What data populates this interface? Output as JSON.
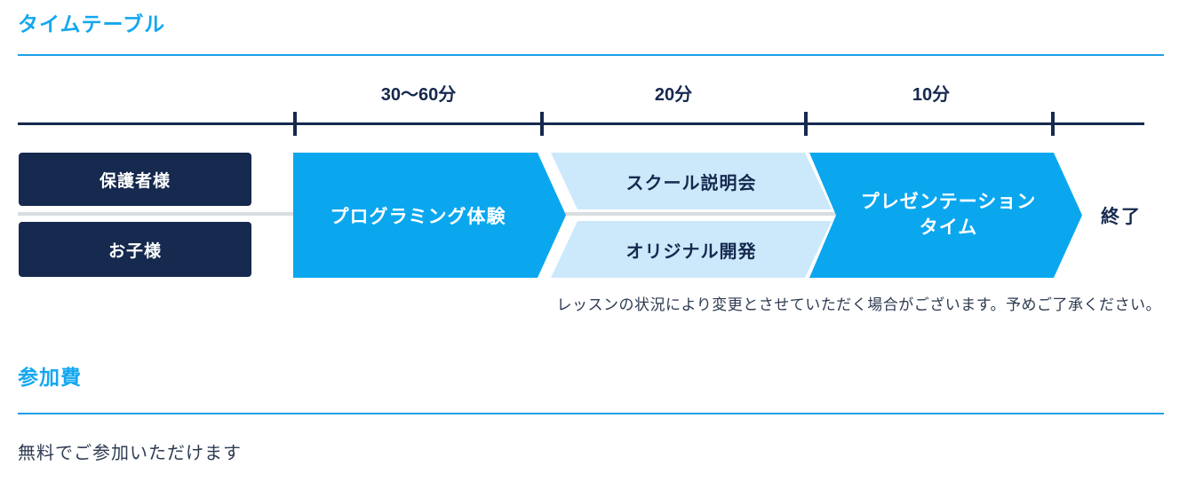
{
  "colors": {
    "accent": "#14a7f0",
    "divider": "#1d9ee8",
    "navy": "#16294e",
    "arrow-blue": "#0aa7ef",
    "light-blue": "#cce9fb",
    "gray-line": "#d9dde2",
    "note-text": "#2e3b52"
  },
  "timetable": {
    "title": "タイムテーブル",
    "durations": [
      "30〜60分",
      "20分",
      "10分"
    ],
    "rows": [
      {
        "label": "保護者様"
      },
      {
        "label": "お子様"
      }
    ],
    "stages": {
      "programming": "プログラミング体験",
      "school_info": "スクール説明会",
      "original_dev": "オリジナル開発",
      "presentation_line1": "プレゼンテーション",
      "presentation_line2": "タイム",
      "end": "終了"
    },
    "note": "レッスンの状況により変更とさせていただく場合がございます。予めご了承ください。"
  },
  "fee": {
    "title": "参加費",
    "description": "無料でご参加いただけます"
  }
}
